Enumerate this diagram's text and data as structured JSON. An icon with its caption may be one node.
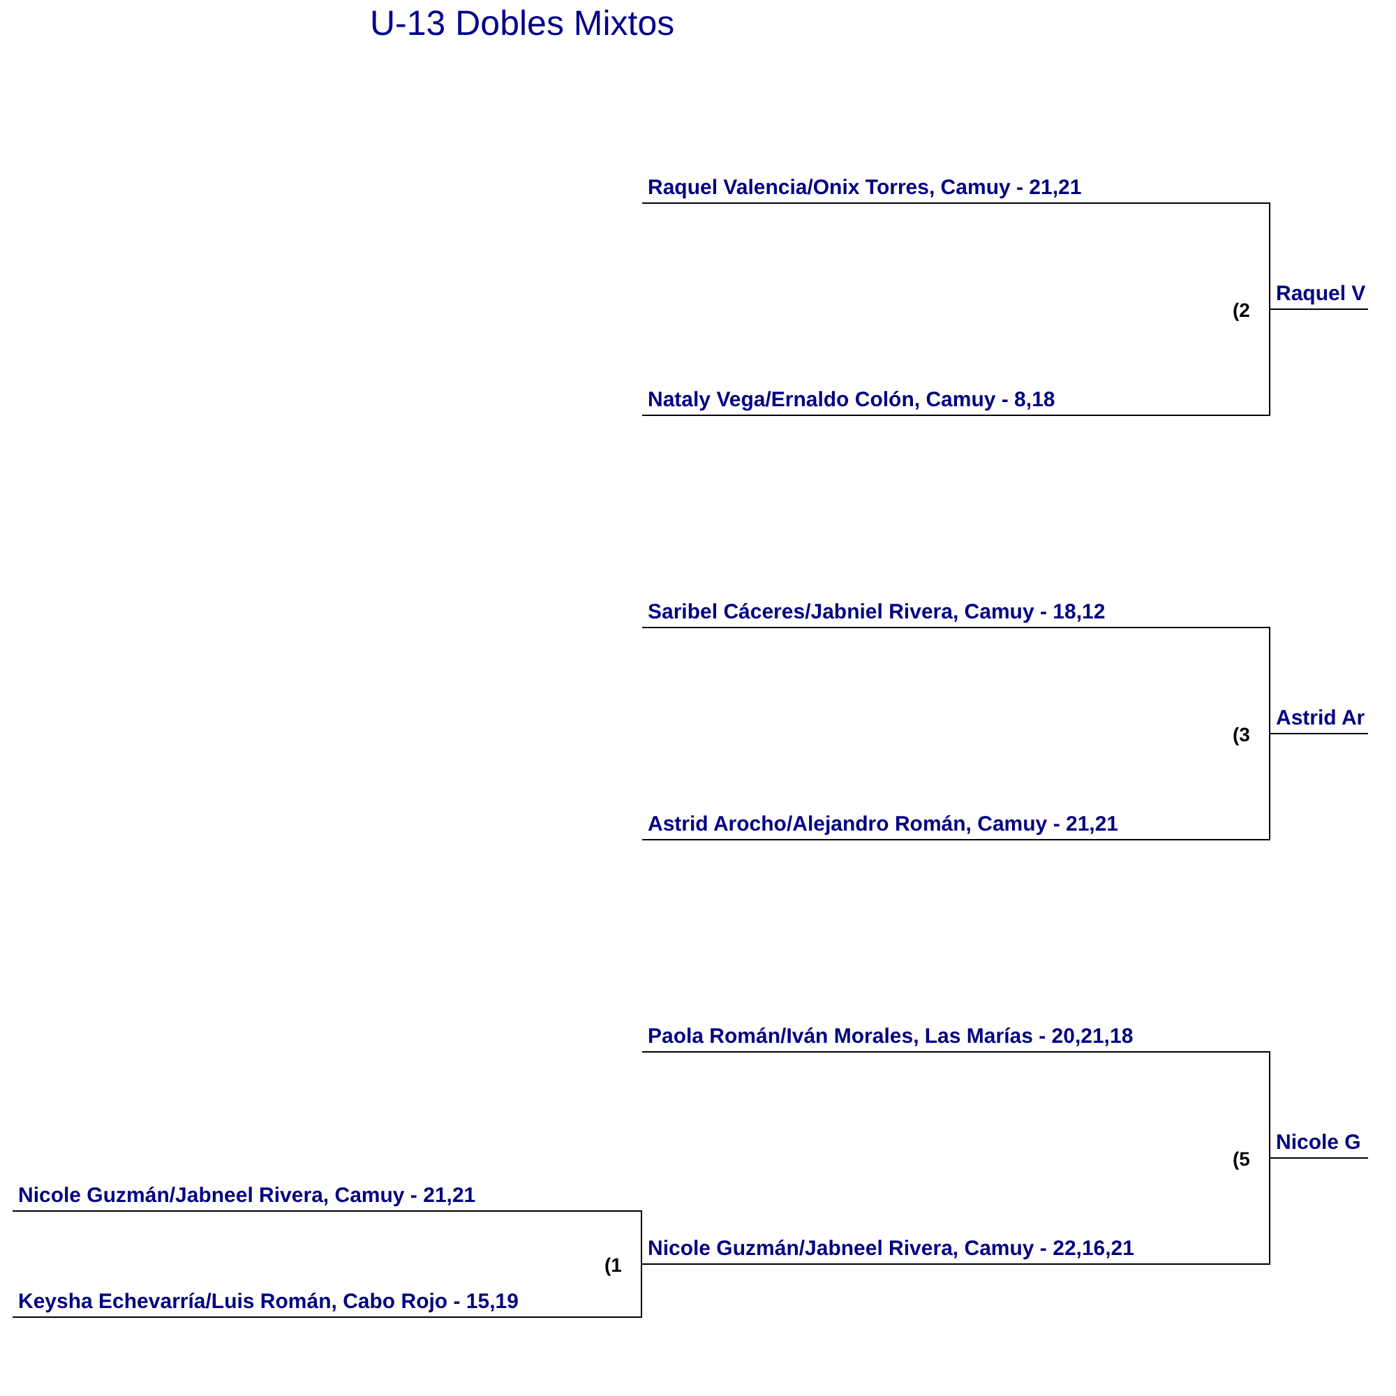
{
  "diagram": {
    "title": "U-13 Dobles Mixtos",
    "nodes": [
      {
        "text": [
          "Raquel Valencia/Onix Torres, Camuy - 21,21"
        ]
      },
      {
        "text": [
          "Nataly Vega/Ernaldo Colón, Camuy - 8,18"
        ]
      },
      {
        "text": [
          "Raquel V"
        ]
      },
      {
        "text": [
          "Saribel Cáceres/Jabniel Rivera, Camuy - 18,12"
        ]
      },
      {
        "text": [
          "Astrid Arocho/Alejandro Román, Camuy - 21,21"
        ]
      },
      {
        "text": [
          "Astrid Ar"
        ]
      },
      {
        "text": [
          "Paola Román/Iván Morales, Las Marías - 20,21,18"
        ]
      },
      {
        "text": [
          "Nicole Guzmán/Jabneel Rivera, Camuy - 22,16,21"
        ]
      },
      {
        "text": [
          "Nicole G"
        ]
      },
      {
        "text": [
          "Nicole Guzmán/Jabneel Rivera, Camuy - 21,21"
        ]
      },
      {
        "text": [
          "Keysha Echevarría/Luis Román, Cabo Rojo - 15,19"
        ]
      }
    ],
    "edges": [
      {
        "from": 0,
        "to": 2,
        "arrow": "none"
      },
      {
        "from": 1,
        "to": 2,
        "arrow": "none"
      },
      {
        "from": 3,
        "to": 5,
        "arrow": "none"
      },
      {
        "from": 4,
        "to": 5,
        "arrow": "none"
      },
      {
        "from": 6,
        "to": 8,
        "arrow": "none"
      },
      {
        "from": 7,
        "to": 8,
        "arrow": "none"
      },
      {
        "from": 9,
        "to": 7,
        "arrow": "none"
      },
      {
        "from": 10,
        "to": 7,
        "arrow": "none"
      }
    ],
    "labels": [
      "(2",
      "(3",
      "(5",
      "(1"
    ]
  }
}
